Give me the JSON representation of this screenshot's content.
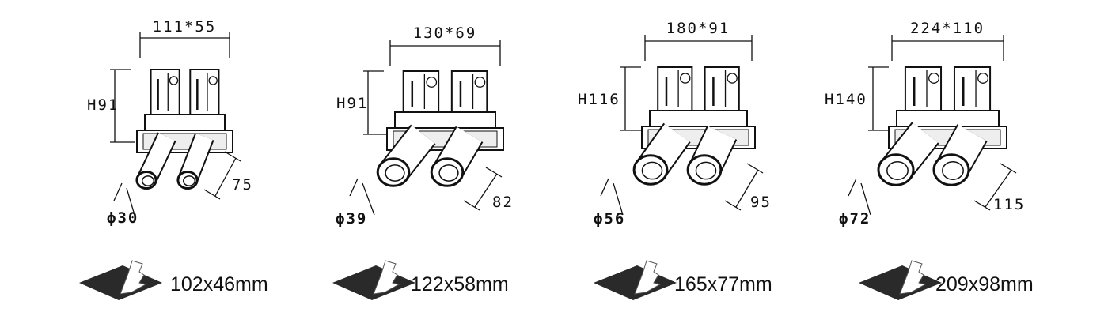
{
  "products": [
    {
      "overall": "111*55",
      "height": "H91",
      "diameter": "ϕ30",
      "length": "75",
      "cutout": "102x46mm"
    },
    {
      "overall": "130*69",
      "height": "H91",
      "diameter": "ϕ39",
      "length": "82",
      "cutout": "122x58mm"
    },
    {
      "overall": "180*91",
      "height": "H116",
      "diameter": "ϕ56",
      "length": "95",
      "cutout": "165x77mm"
    },
    {
      "overall": "224*110",
      "height": "H140",
      "diameter": "ϕ72",
      "length": "115",
      "cutout": "209x98mm"
    }
  ],
  "icons": {
    "cutout": "ceiling-cutout-icon",
    "fixture": "twin-spotlight-drawing"
  }
}
